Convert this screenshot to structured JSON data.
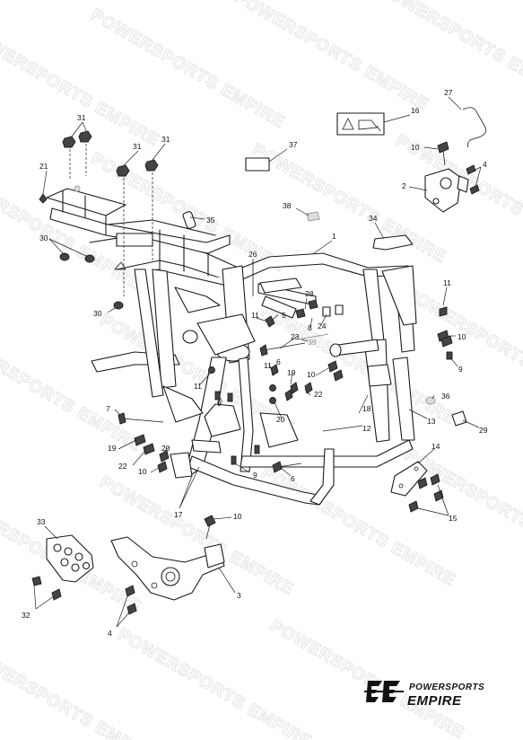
{
  "watermark_text": "POWERSPORTS EMPIRE",
  "brand": {
    "line1": "POWERSPORTS",
    "line2": "EMPIRE"
  },
  "callouts": {
    "c1": "1",
    "c2": "2",
    "c3": "3",
    "c4a": "4",
    "c4b": "4",
    "c5": "5",
    "c6a": "6",
    "c6b": "6",
    "c7": "7",
    "c8": "8",
    "c9a": "9",
    "c9b": "9",
    "c9c": "9",
    "c10a": "10",
    "c10b": "10",
    "c10c": "10",
    "c10d": "10",
    "c10e": "10",
    "c11a": "11",
    "c11b": "11",
    "c11c": "11",
    "c11d": "11",
    "c12": "12",
    "c13": "13",
    "c14": "14",
    "c15": "15",
    "c16": "16",
    "c17": "17",
    "c18": "18",
    "c19a": "19",
    "c19b": "19",
    "c20a": "20",
    "c20b": "20",
    "c21": "21",
    "c22a": "22",
    "c22b": "22",
    "c23": "23",
    "c24": "24",
    "c26": "26",
    "c27": "27",
    "c28": "28",
    "c29": "29",
    "c30a": "30",
    "c30b": "30",
    "c31a": "31",
    "c31b": "31",
    "c31c": "31",
    "c32": "32",
    "c33": "33",
    "c34": "34",
    "c35": "35",
    "c36": "36",
    "c37": "37",
    "c38": "38",
    "c39": "39"
  }
}
